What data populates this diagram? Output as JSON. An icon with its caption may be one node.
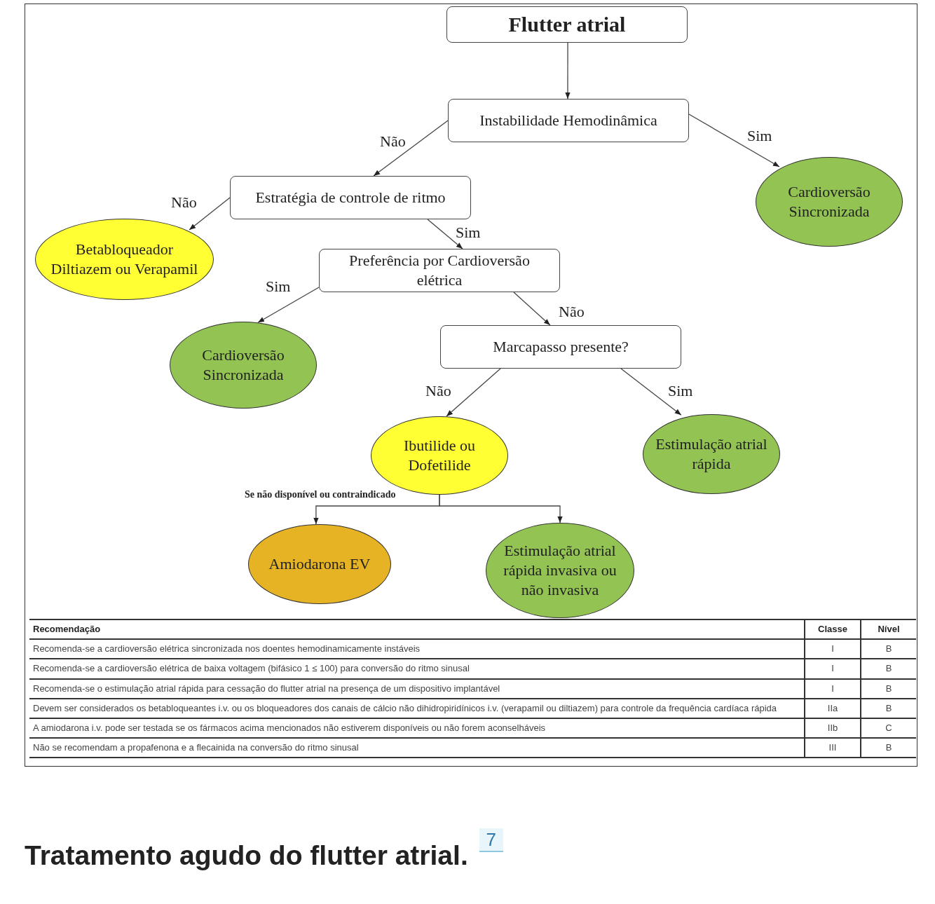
{
  "diagram": {
    "caption": "Tratamento agudo do flutter atrial.",
    "nodes": [
      {
        "text": [
          "Flutter atrial"
        ]
      },
      {
        "text": [
          "Instabilidade Hemodinâmica"
        ]
      },
      {
        "text": [
          "Cardioversão Sincronizada"
        ]
      },
      {
        "text": [
          "Estratégia de controle de ritmo"
        ]
      },
      {
        "text": [
          "Betabloqueador Diltiazem ou Verapamil"
        ]
      },
      {
        "text": [
          "Preferência por Cardioversão elétrica"
        ]
      },
      {
        "text": [
          "Cardioversão Sincronizada"
        ]
      },
      {
        "text": [
          "Marcapasso presente?"
        ]
      },
      {
        "text": [
          "Ibutilide ou Dofetilide"
        ]
      },
      {
        "text": [
          "Estimulação atrial rápida"
        ]
      },
      {
        "text": [
          "Amiodarona EV"
        ]
      },
      {
        "text": [
          "Estimulação atrial rápida invasiva ou não invasiva"
        ]
      }
    ],
    "edges": [
      {
        "from": 0,
        "to": 1,
        "arrow": "to"
      },
      {
        "from": 1,
        "to": 3,
        "arrow": "to",
        "label": "Não"
      },
      {
        "from": 1,
        "to": 2,
        "arrow": "to",
        "label": "Sim"
      },
      {
        "from": 3,
        "to": 4,
        "arrow": "to",
        "label": "Não"
      },
      {
        "from": 3,
        "to": 5,
        "arrow": "to",
        "label": "Sim"
      },
      {
        "from": 5,
        "to": 6,
        "arrow": "to",
        "label": "Sim"
      },
      {
        "from": 5,
        "to": 7,
        "arrow": "to",
        "label": "Não"
      },
      {
        "from": 7,
        "to": 8,
        "arrow": "to",
        "label": "Não"
      },
      {
        "from": 7,
        "to": 9,
        "arrow": "to",
        "label": "Sim"
      },
      {
        "from": 8,
        "to": 10,
        "arrow": "to",
        "label": "Se não disponível ou contraindicado"
      },
      {
        "from": 8,
        "to": 11,
        "arrow": "to"
      }
    ],
    "labels": [
      "Recomendação",
      "Classe",
      "Nível",
      "Recomenda-se a cardioversão elétrica sincronizada nos doentes hemodinamicamente instáveis",
      "I",
      "B",
      "Recomenda-se a cardioversão elétrica de baixa voltagem (bifásico 1 ≤ 100) para conversão do ritmo sinusal",
      "I",
      "B",
      "Recomenda-se o estimulação atrial rápida para cessação do flutter atrial na presença de um dispositivo implantável",
      "I",
      "B",
      "Devem ser considerados os betabloqueantes i.v. ou os bloqueadores dos canais de cálcio não dihidropiridínicos i.v. (verapamil ou diltiazem) para controle da frequência cardíaca rápida",
      "IIa",
      "B",
      "A amiodarona i.v. pode ser testada se os fármacos acima mencionados não estiverem disponíveis ou não forem aconselháveis",
      "IIb",
      "C",
      "Não se recomendam a propafenona e a flecainida na conversão do ritmo sinusal",
      "III",
      "B",
      "7"
    ]
  }
}
